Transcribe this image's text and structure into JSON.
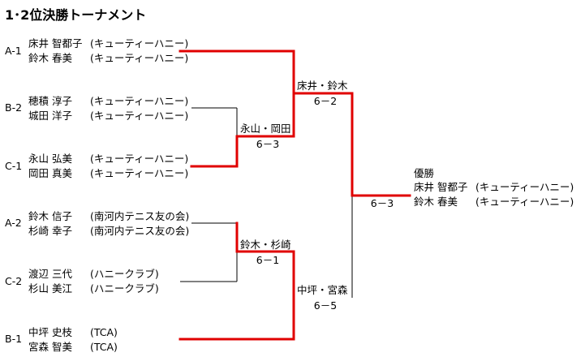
{
  "title": "1･2位決勝トーナメント",
  "entries": [
    {
      "seed": "A-1",
      "players": [
        {
          "name": "床井 智都子",
          "club": "(キューティーハニー)"
        },
        {
          "name": "鈴木 春美",
          "club": "(キューティーハニー)"
        }
      ]
    },
    {
      "seed": "B-2",
      "players": [
        {
          "name": "穂積 淳子",
          "club": "(キューティーハニー)"
        },
        {
          "name": "城田 洋子",
          "club": "(キューティーハニー)"
        }
      ]
    },
    {
      "seed": "C-1",
      "players": [
        {
          "name": "永山 弘美",
          "club": "(キューティーハニー)"
        },
        {
          "name": "岡田 真美",
          "club": "(キューティーハニー)"
        }
      ]
    },
    {
      "seed": "A-2",
      "players": [
        {
          "name": "鈴木 信子",
          "club": "(南河内テニス友の会)"
        },
        {
          "name": "杉崎 幸子",
          "club": "(南河内テニス友の会)"
        }
      ]
    },
    {
      "seed": "C-2",
      "players": [
        {
          "name": "渡辺 三代",
          "club": "(ハニークラブ)"
        },
        {
          "name": "杉山 美江",
          "club": "(ハニークラブ)"
        }
      ]
    },
    {
      "seed": "B-1",
      "players": [
        {
          "name": "中坪 史枝",
          "club": "(TCA)"
        },
        {
          "name": "宮森 智美",
          "club": "(TCA)"
        }
      ]
    }
  ],
  "round1": [
    {
      "winner": "永山・岡田",
      "score": "6－3"
    },
    {
      "winner": "鈴木・杉崎",
      "score": "6－1"
    }
  ],
  "semis": [
    {
      "winner": "床井・鈴木",
      "score": "6－2"
    },
    {
      "winner": "中坪・宮森",
      "score": "6－5"
    }
  ],
  "final": {
    "score": "6－3",
    "label": "優勝",
    "players": [
      {
        "name": "床井 智都子",
        "club": "(キューティーハニー)"
      },
      {
        "name": "鈴木 春美",
        "club": "(キューティーハニー)"
      }
    ]
  },
  "colors": {
    "win_line": "#e00000",
    "line": "#000000"
  }
}
